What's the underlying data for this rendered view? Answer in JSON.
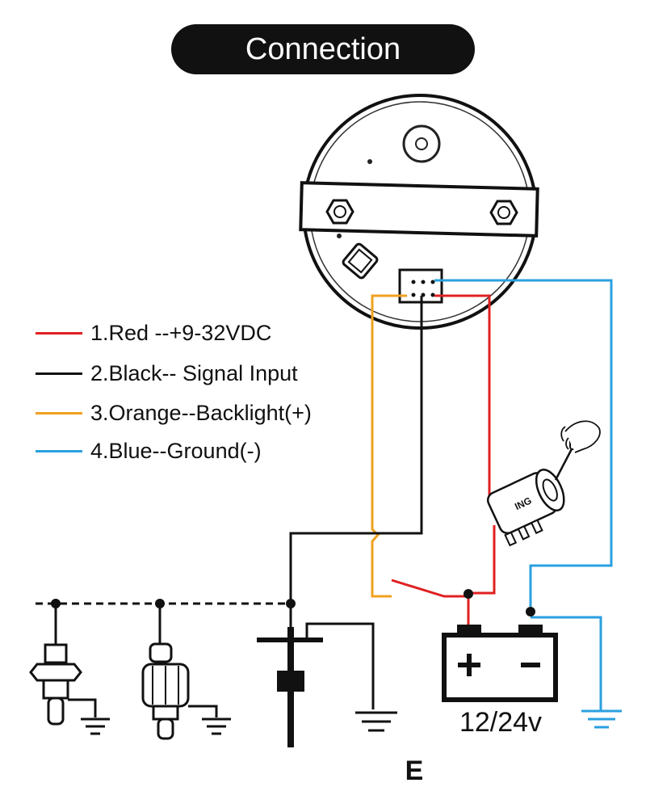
{
  "title": "Connection",
  "legend": [
    {
      "label": "1.Red --+9-32VDC",
      "color": "#e02020"
    },
    {
      "label": "2.Black-- Signal Input",
      "color": "#111111"
    },
    {
      "label": "3.Orange--Backlight(+)",
      "color": "#f0a020"
    },
    {
      "label": "4.Blue--Ground(-)",
      "color": "#2aa0e0"
    }
  ],
  "ignition_label": "ING",
  "battery_label": "12/24v",
  "bottom_label": "E",
  "colors": {
    "red": "#e02020",
    "black": "#111111",
    "orange": "#f0a020",
    "blue": "#2aa0e0"
  }
}
